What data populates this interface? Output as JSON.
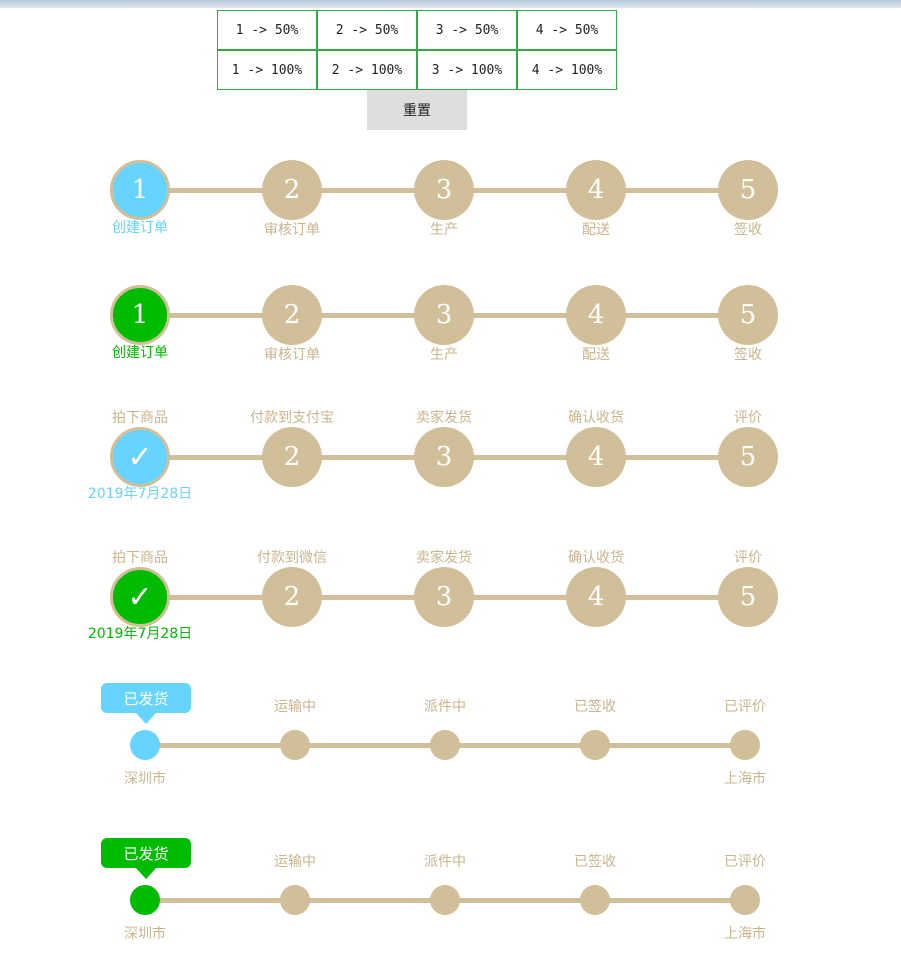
{
  "colors": {
    "accent_blue": "#66d4ff",
    "accent_green": "#00bb00",
    "track": "#d1bf99",
    "label": "#c9b48e"
  },
  "controls": {
    "rows": [
      [
        "1 -> 50%",
        "2 -> 50%",
        "3 -> 50%",
        "4 -> 50%"
      ],
      [
        "1 -> 100%",
        "2 -> 100%",
        "3 -> 100%",
        "4 -> 100%"
      ]
    ],
    "reset_label": "重置"
  },
  "steppers": [
    {
      "accent": "#66d4ff",
      "steps": [
        {
          "num": "1",
          "label": "创建订单",
          "active": true
        },
        {
          "num": "2",
          "label": "审核订单"
        },
        {
          "num": "3",
          "label": "生产"
        },
        {
          "num": "4",
          "label": "配送"
        },
        {
          "num": "5",
          "label": "签收"
        }
      ]
    },
    {
      "accent": "#00bb00",
      "steps": [
        {
          "num": "1",
          "label": "创建订单",
          "active": true
        },
        {
          "num": "2",
          "label": "审核订单"
        },
        {
          "num": "3",
          "label": "生产"
        },
        {
          "num": "4",
          "label": "配送"
        },
        {
          "num": "5",
          "label": "签收"
        }
      ]
    },
    {
      "accent": "#66d4ff",
      "steps": [
        {
          "num": "✓",
          "label": "拍下商品",
          "date": "2019年7月28日",
          "active": true
        },
        {
          "num": "2",
          "label": "付款到支付宝"
        },
        {
          "num": "3",
          "label": "卖家发货"
        },
        {
          "num": "4",
          "label": "确认收货"
        },
        {
          "num": "5",
          "label": "评价"
        }
      ]
    },
    {
      "accent": "#00bb00",
      "steps": [
        {
          "num": "✓",
          "label": "拍下商品",
          "date": "2019年7月28日",
          "active": true
        },
        {
          "num": "2",
          "label": "付款到微信"
        },
        {
          "num": "3",
          "label": "卖家发货"
        },
        {
          "num": "4",
          "label": "确认收货"
        },
        {
          "num": "5",
          "label": "评价"
        }
      ]
    }
  ],
  "tracking": [
    {
      "accent": "#66d4ff",
      "steps": [
        {
          "label": "已发货",
          "active": true
        },
        {
          "label": "运输中"
        },
        {
          "label": "派件中"
        },
        {
          "label": "已签收"
        },
        {
          "label": "已评价"
        }
      ],
      "origin": "深圳市",
      "destination": "上海市"
    },
    {
      "accent": "#00bb00",
      "steps": [
        {
          "label": "已发货",
          "active": true
        },
        {
          "label": "运输中"
        },
        {
          "label": "派件中"
        },
        {
          "label": "已签收"
        },
        {
          "label": "已评价"
        }
      ],
      "origin": "深圳市",
      "destination": "上海市"
    }
  ]
}
